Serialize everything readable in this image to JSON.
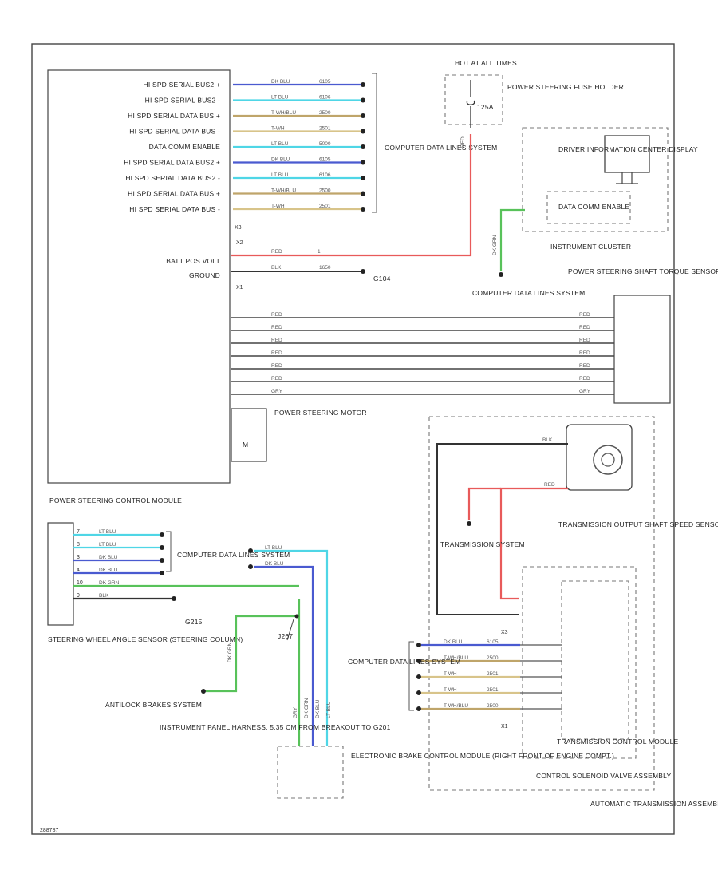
{
  "colors": {
    "LT BLU": "#4fd6e6",
    "DK BLU": "#4a5ad0",
    "T-WH/BLU": "#bfa56a",
    "T-WH": "#d8c48a",
    "GRY": "#a6a6a6",
    "DK GRN": "#58c25a",
    "RED": "#e85a5a",
    "BLK": "#333333"
  },
  "pscm": {
    "name": "POWER STEERING CONTROL MODULE",
    "signals": [
      "HI SPD SERIAL BUS2 +",
      "HI SPD SERIAL BUS2 -",
      "HI SPD SERIAL DATA BUS +",
      "HI SPD SERIAL DATA BUS -",
      "DATA COMM ENABLE",
      "HI SPD SERIAL DATA BUS2 +",
      "HI SPD SERIAL DATA BUS2 -",
      "HI SPD SERIAL DATA BUS +",
      "HI SPD SERIAL DATA BUS -"
    ],
    "batt_label": "BATT POS VOLT",
    "ground_label": "GROUND",
    "conn_top": "X3",
    "conn_mid": "X2",
    "conn_bot": "X1",
    "motor_label": "POWER STEERING MOTOR"
  },
  "data_wires": [
    {
      "color": "DK BLU",
      "label": "DK BLU",
      "ckt": "6105"
    },
    {
      "color": "LT BLU",
      "label": "LT BLU",
      "ckt": "6106"
    },
    {
      "color": "T-WH/BLU",
      "label": "T-WH/BLU",
      "ckt": "2500"
    },
    {
      "color": "T-WH",
      "label": "T-WH",
      "ckt": "2501"
    },
    {
      "color": "LT BLU",
      "label": "LT BLU",
      "ckt": "5000"
    },
    {
      "color": "DK BLU",
      "label": "DK BLU",
      "ckt": "6105"
    },
    {
      "color": "LT BLU",
      "label": "LT BLU",
      "ckt": "6106"
    },
    {
      "color": "T-WH/BLU",
      "label": "T-WH/BLU",
      "ckt": "2500"
    },
    {
      "color": "T-WH",
      "label": "T-WH",
      "ckt": "2501"
    }
  ],
  "computer_data_lines": "COMPUTER DATA LINES SYSTEM",
  "fuse": {
    "top": "HOT AT ALL TIMES",
    "rating": "125A",
    "label": "POWER STEERING FUSE HOLDER",
    "wire": "RED"
  },
  "batt_wire": {
    "label": "RED",
    "ckt": "1"
  },
  "ground_wire": {
    "label": "BLK",
    "ckt": "1650",
    "ground": "G104"
  },
  "cluster": {
    "name": "INSTRUMENT CLUSTER",
    "dic": "DRIVER INFORMATION CENTER DISPLAY",
    "enable": "DATA COMM ENABLE",
    "wire": "DK GRN"
  },
  "torque_sensor": {
    "name": "POWER STEERING SHAFT TORQUE SENSOR",
    "wires": [
      "RED",
      "RED",
      "RED",
      "RED",
      "RED",
      "RED",
      "GRY"
    ]
  },
  "swas": {
    "name": "STEERING WHEEL ANGLE SENSOR (STEERING COLUMN)",
    "wires": [
      {
        "pin": "7",
        "color": "LT BLU",
        "label": "LT BLU"
      },
      {
        "pin": "8",
        "color": "LT BLU",
        "label": "LT BLU"
      },
      {
        "pin": "3",
        "color": "DK BLU",
        "label": "DK BLU"
      },
      {
        "pin": "4",
        "color": "DK BLU",
        "label": "DK BLU"
      },
      {
        "pin": "10",
        "color": "DK GRN",
        "label": "DK GRN"
      },
      {
        "pin": "9",
        "color": "BLK",
        "label": "BLK"
      }
    ],
    "ground": "G215"
  },
  "ebcm": {
    "name": "ELECTRONIC BRAKE CONTROL MODULE (RIGHT FRONT OF ENGINE COMPT.)",
    "splice": "J267",
    "wires_in": [
      "LT BLU",
      "DK BLU"
    ],
    "vertical_labels": [
      "GRY",
      "DK GRN",
      "DK BLU",
      "LT BLU"
    ]
  },
  "antilock": "ANTILOCK BRAKES SYSTEM",
  "harness": "INSTRUMENT PANEL HARNESS, 5.35 CM FROM BREAKOUT TO G201",
  "trans": {
    "sensor": "TRANSMISSION OUTPUT SHAFT SPEED SENSOR",
    "trans_mission": "TRANSMISSION SYSTEM",
    "tcm": "TRANSMISSION CONTROL MODULE",
    "solenoid": "CONTROL SOLENOID VALVE ASSEMBLY",
    "assembly": "AUTOMATIC TRANSMISSION ASSEMBLY",
    "conn_top": "X3",
    "conn_bot": "X1",
    "wire_red": "RED",
    "wire_blk": "BLK",
    "data_wires": [
      {
        "color": "DK BLU",
        "label": "DK BLU",
        "ckt": "6105"
      },
      {
        "color": "T-WH/BLU",
        "label": "T-WH/BLU",
        "ckt": "2500"
      },
      {
        "color": "T-WH",
        "label": "T-WH",
        "ckt": "2501"
      },
      {
        "color": "T-WH",
        "label": "T-WH",
        "ckt": "2501"
      },
      {
        "color": "T-WH/BLU",
        "label": "T-WH/BLU",
        "ckt": "2500"
      }
    ]
  },
  "footer_id": "288787"
}
